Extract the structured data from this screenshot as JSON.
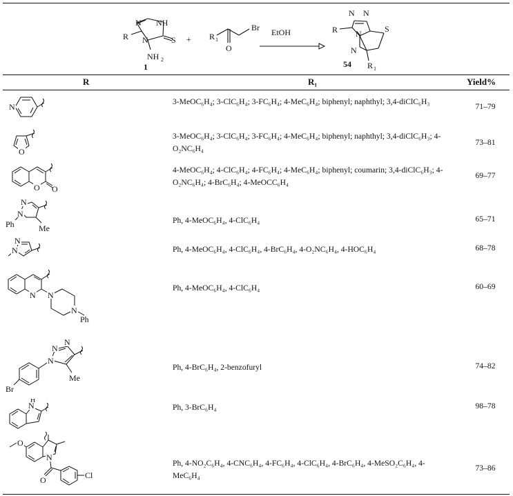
{
  "scheme": {
    "compound_1": "1",
    "compound_54": "54",
    "reagent": "EtOH",
    "atoms": {
      "N": "N",
      "NH": "NH",
      "S": "S",
      "NH2": "NH",
      "R": "R",
      "Br": "Br",
      "O": "O",
      "R1": "R",
      "sub1": "1",
      "sub2": "2"
    }
  },
  "table": {
    "headers": {
      "r": "R",
      "r1": "R₁",
      "yield": "Yield%"
    },
    "rows": [
      {
        "substituent": "pyridin-4-yl",
        "r1": "3-MeOC₆H₄; 3-ClC₆H₄; 3-FC₆H₄; 4-MeC₆H₄; biphenyl; naphthyl; 3,4-diClC₆H₃",
        "yield": "71–79"
      },
      {
        "substituent": "furan-2-yl",
        "r1": "3-MeOC₆H₄; 3-ClC₆H₄; 3-FC₆H₄; 4-MeC₆H₄; biphenyl; naphthyl; 3,4-diClC₆H₃; 4-O₂NC₆H₄",
        "yield": "73–81"
      },
      {
        "substituent": "coumarin-3-yl",
        "r1": "4-MeOC₆H₄; 4-ClC₆H₄; 4-FC₆H₄; 4-MeC₆H₄; biphenyl; coumarin; 3,4-diClC₆H₃; 4-O₂NC₆H₄; 4-BrC₆H₄; 4-MeOCC₆H₄",
        "yield": "69–77"
      },
      {
        "substituent": "pyrazolyl",
        "r1": "Ph, 4-MeOC₆H₄, 4-ClC₆H₄",
        "yield": "65–71"
      },
      {
        "substituent": "methylpyrazolyl",
        "r1": "Ph, 4-MeOC₆H₄, 4-ClC₆H₄, 4-BrC₆H₄, 4-O₂NC₆H₄, 4-HOC₆H₄",
        "yield": "68–78"
      },
      {
        "substituent": "quinolinyl",
        "r1": "Ph, 4-MeOC₆H₄, 4-ClC₆H₄",
        "yield": "60–69"
      },
      {
        "substituent": "triazolyl",
        "r1": "Ph, 4-BrC₆H₄, 2-benzofuryl",
        "yield": "74–82"
      },
      {
        "substituent": "indolyl",
        "r1": "Ph, 3-BrC₆H₄",
        "yield": "98–78"
      },
      {
        "substituent": "indomethacin",
        "r1": "Ph, 4-NO₂C₆H₄, 4-CNC₆H₄, 4-FC₆H₄, 4-ClC₆H₄, 4-BrC₆H₄, 4-MeSO₂C₆H₄, 4-MeC₆H₄",
        "yield": "73–86"
      }
    ]
  },
  "structure_labels": {
    "N": "N",
    "O": "O",
    "Ph": "Ph",
    "Me": "Me",
    "Br": "Br",
    "H": "H",
    "Cl": "Cl"
  }
}
